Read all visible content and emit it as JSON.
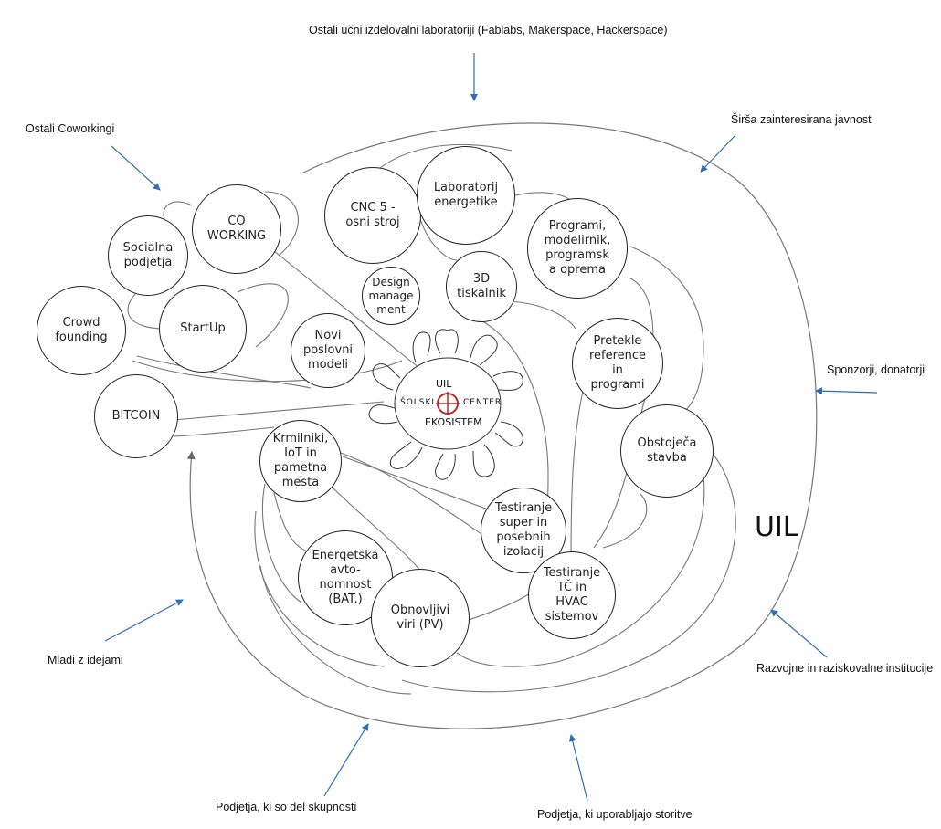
{
  "ecosystem_label": "UIL",
  "center_logo": {
    "top": "UIL",
    "left": "ŠOLSKI",
    "right": "CENTER",
    "bottom": "EKOSISTEM"
  },
  "nodes": {
    "co_working": "CO\nWORKING",
    "socialna_podjetja": "Socialna\npodjetja",
    "crowd_founding": "Crowd\nfounding",
    "startup": "StartUp",
    "bitcoin": "BITCOIN",
    "novi_poslovni_modeli": "Novi\nposlovni\nmodeli",
    "cnc": "CNC 5 -\nosni stroj",
    "laboratorij": "Laboratorij\nenergetike",
    "programi": "Programi,\nmodelirnik,\nprogramsk\na oprema",
    "design": "Design\nmanage\nment",
    "tiskalnik": "3D\ntiskalnik",
    "pretekle": "Pretekle\nreference\nin\nprogrami",
    "obstojeca": "Obstoječa\nstavba",
    "krmilniki": "Krmilniki,\nIoT in\npametna\nmesta",
    "testiranje_izolacij": "Testiranje\nsuper in\nposebnih\nizolacij",
    "testiranje_tc": "Testiranje\nTČ in\nHVAC\nsistemov",
    "energetska": "Energetska\navto-\nnomnost\n(BAT.)",
    "obnovljivi": "Obnovljivi\nviri (PV)"
  },
  "external": {
    "fablabs": "Ostali učni izdelovalni laboratoriji (Fablabs, Makerspace, Hackerspace)",
    "coworkingi": "Ostali Coworkingi",
    "javnost": "Širša zainteresirana javnost",
    "sponzorji": "Sponzorji, donatorji",
    "razvojne": "Razvojne in raziskovalne institucije",
    "uporabljajo": "Podjetja, ki uporabljajo storitve",
    "skupnost": "Podjetja, ki so del skupnosti",
    "mladi": "Mladi z idejami"
  },
  "colors": {
    "arrow": "#2f6db5",
    "line": "#555555",
    "logo_red": "#b52a2a"
  }
}
